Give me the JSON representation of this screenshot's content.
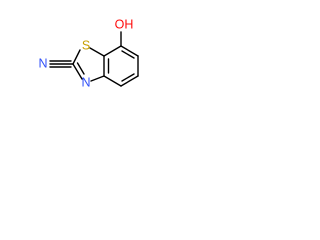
{
  "molecule": {
    "atoms": {
      "oxygen": {
        "label": "OH",
        "color": "#ff0d0d"
      },
      "sulfur": {
        "label": "S",
        "color": "#c8a000"
      },
      "ring_nitrogen": {
        "label": "N",
        "color": "#3050f8"
      },
      "nitrile_nitrogen": {
        "label": "N",
        "color": "#3050f8"
      }
    },
    "bond_color": "#000000"
  }
}
